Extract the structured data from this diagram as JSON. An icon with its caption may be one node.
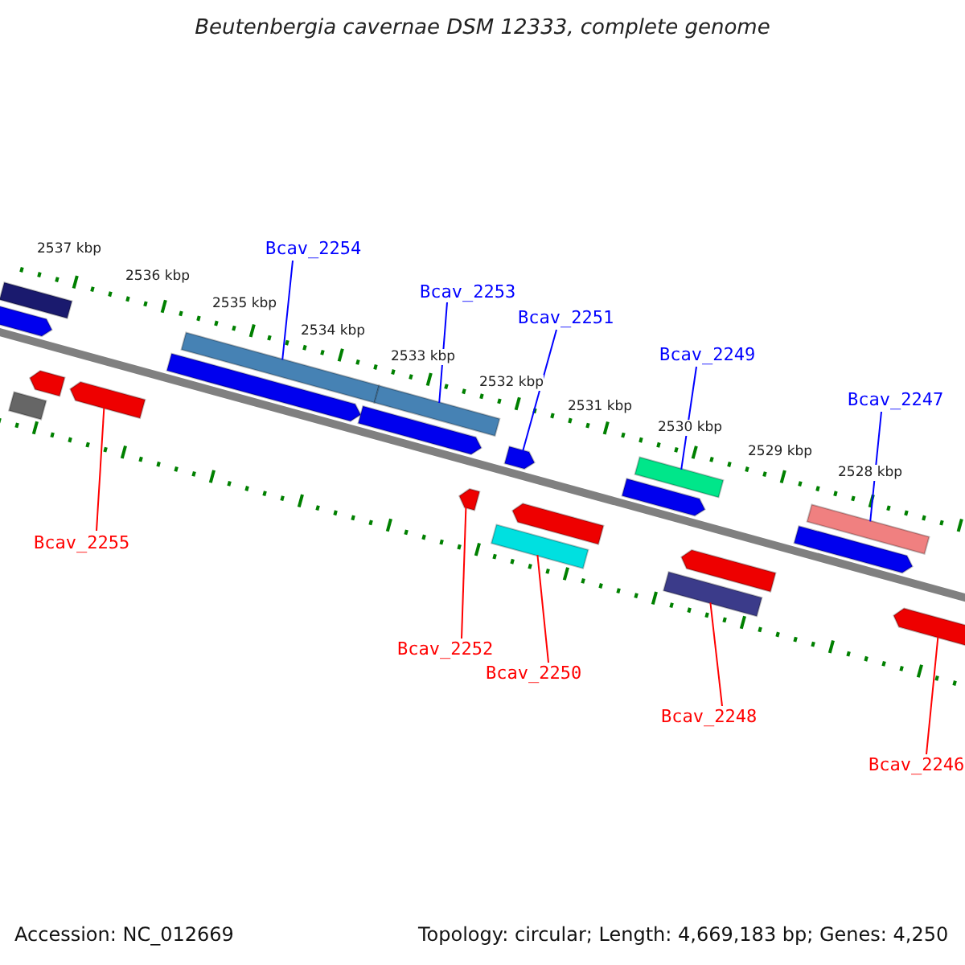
{
  "diagram": {
    "title": "Beutenbergia cavernae DSM 12333, complete genome",
    "nodes": [
      {
        "text": [
          "Bcav_2254"
        ]
      },
      {
        "text": [
          "Bcav_2253"
        ]
      },
      {
        "text": [
          "Bcav_2251"
        ]
      },
      {
        "text": [
          "Bcav_2249"
        ]
      },
      {
        "text": [
          "Bcav_2247"
        ]
      },
      {
        "text": [
          "Bcav_2255"
        ]
      },
      {
        "text": [
          "Bcav_2252"
        ]
      },
      {
        "text": [
          "Bcav_2250"
        ]
      },
      {
        "text": [
          "Bcav_2248"
        ]
      },
      {
        "text": [
          "Bcav_2246"
        ]
      },
      {
        "text": [],
        "shape": "bar"
      },
      {
        "text": [],
        "shape": "pentagon"
      },
      {
        "text": [],
        "shape": "bar"
      },
      {
        "text": [],
        "shape": "pentagon"
      },
      {
        "text": [],
        "shape": "pentagon"
      },
      {
        "text": [],
        "shape": "pentagon"
      },
      {
        "text": [],
        "shape": "bar"
      },
      {
        "text": [],
        "shape": "pentagon"
      },
      {
        "text": [],
        "shape": "bar"
      },
      {
        "text": [],
        "shape": "pentagon"
      },
      {
        "text": [],
        "shape": "pentagon"
      },
      {
        "text": [],
        "shape": "bar"
      },
      {
        "text": [],
        "shape": "pentagon"
      },
      {
        "text": [],
        "shape": "pentagon"
      },
      {
        "text": [],
        "shape": "bar"
      },
      {
        "text": [],
        "shape": "bar"
      },
      {
        "text": [],
        "shape": "pentagon"
      },
      {
        "text": [],
        "shape": "pentagon"
      },
      {
        "text": [],
        "shape": "bar"
      },
      {
        "text": [],
        "shape": "pentagon"
      }
    ],
    "edges": [
      {
        "from": 0,
        "to": 16,
        "arrow": "none",
        "color": "#0000ff"
      },
      {
        "from": 1,
        "to": 18,
        "arrow": "none",
        "color": "#0000ff"
      },
      {
        "from": 2,
        "to": 20,
        "arrow": "none",
        "color": "#0000ff"
      },
      {
        "from": 3,
        "to": 24,
        "arrow": "none",
        "color": "#0000ff"
      },
      {
        "from": 4,
        "to": 28,
        "arrow": "none",
        "color": "#0000ff"
      },
      {
        "from": 5,
        "to": 14,
        "arrow": "none",
        "color": "#ff0000"
      },
      {
        "from": 6,
        "to": 19,
        "arrow": "none",
        "color": "#ff0000"
      },
      {
        "from": 7,
        "to": 21,
        "arrow": "none",
        "color": "#ff0000"
      },
      {
        "from": 8,
        "to": 25,
        "arrow": "none",
        "color": "#ff0000"
      },
      {
        "from": 9,
        "to": 29,
        "arrow": "none",
        "color": "#ff0000"
      }
    ],
    "labels": [
      "2537 kbp",
      "2536 kbp",
      "2535 kbp",
      "2534 kbp",
      "2533 kbp",
      "2532 kbp",
      "2531 kbp",
      "2530 kbp",
      "2529 kbp",
      "2528 kbp",
      "Accession: NC_012669",
      "Topology: circular; Length: 4,669,183 bp; Genes: 4,250"
    ]
  }
}
